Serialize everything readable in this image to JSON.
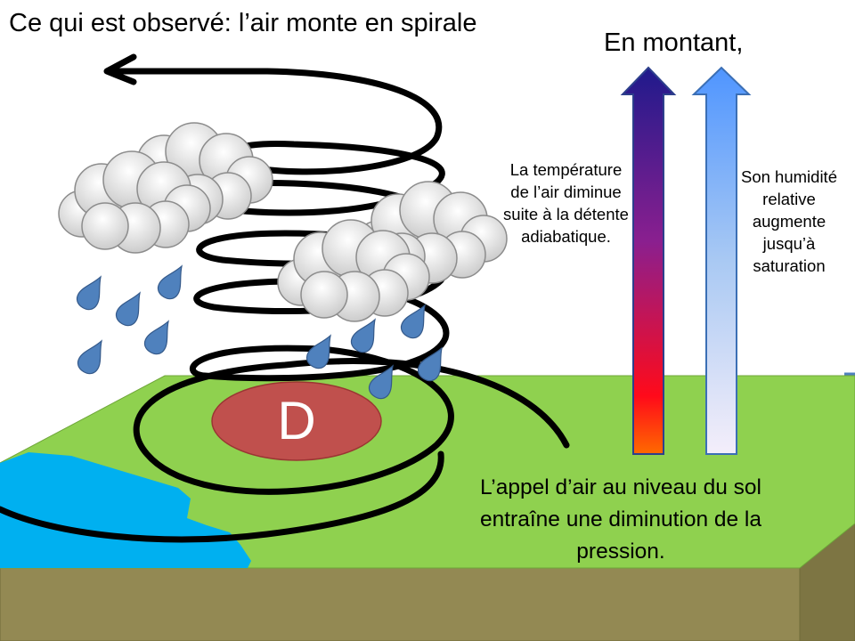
{
  "title": "Ce qui est observé: l’air monte en spirale",
  "rising_label": "En montant,",
  "temperature_text": "La température de l’air diminue suite à la détente adiabatique.",
  "humidity_text": "Son humidité relative augmente jusqu’à saturation",
  "ground_text": "L’appel d’air au niveau du sol entraîne une diminution de la pression.",
  "low_pressure_letter": "D",
  "colors": {
    "ground_top": "#8fd14f",
    "ground_side": "#938953",
    "water": "#00b0f0",
    "low_pressure": "#c0504d",
    "raindrop": "#4f81bd",
    "cloud": "#d9d9d9",
    "temp_arrow_top": "#1f1a8c",
    "temp_arrow_bottom": "#ff5a00",
    "humidity_arrow_top": "#4f95ff",
    "humidity_arrow_bottom": "#f2ecf8"
  }
}
